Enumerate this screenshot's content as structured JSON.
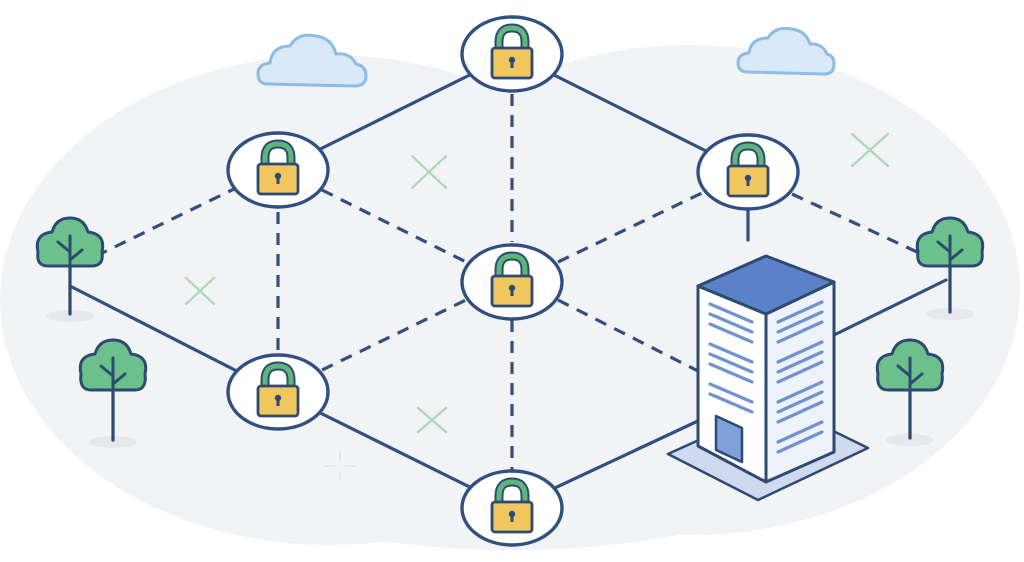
{
  "colors": {
    "background": "#ffffff",
    "blob": "#f2f3f5",
    "line": "#2f5080",
    "node_fill": "#ffffff",
    "shackle": "#5fb67a",
    "lock_body": "#f0c75e",
    "lock_stroke": "#2c4a73",
    "tree_foliage": "#6cc08b",
    "tree_stroke": "#2c4a73",
    "cloud_fill": "#d9e9f8",
    "cloud_stroke": "#8dbde6",
    "cross": "#a8d8b5",
    "building_top": "#5b82c9",
    "building_front": "#ffffff",
    "building_side": "#eef3fb",
    "building_shadow": "#cfdaee",
    "window_stripe": "#6f93d1"
  },
  "icons": {
    "node": "padlock-icon",
    "tree": "tree-icon",
    "cloud": "cloud-icon",
    "building": "office-building-icon",
    "sparkle": "cross-sparkle-icon"
  },
  "diagram": {
    "node_count": 7,
    "connection_styles": [
      "solid",
      "dashed"
    ]
  }
}
